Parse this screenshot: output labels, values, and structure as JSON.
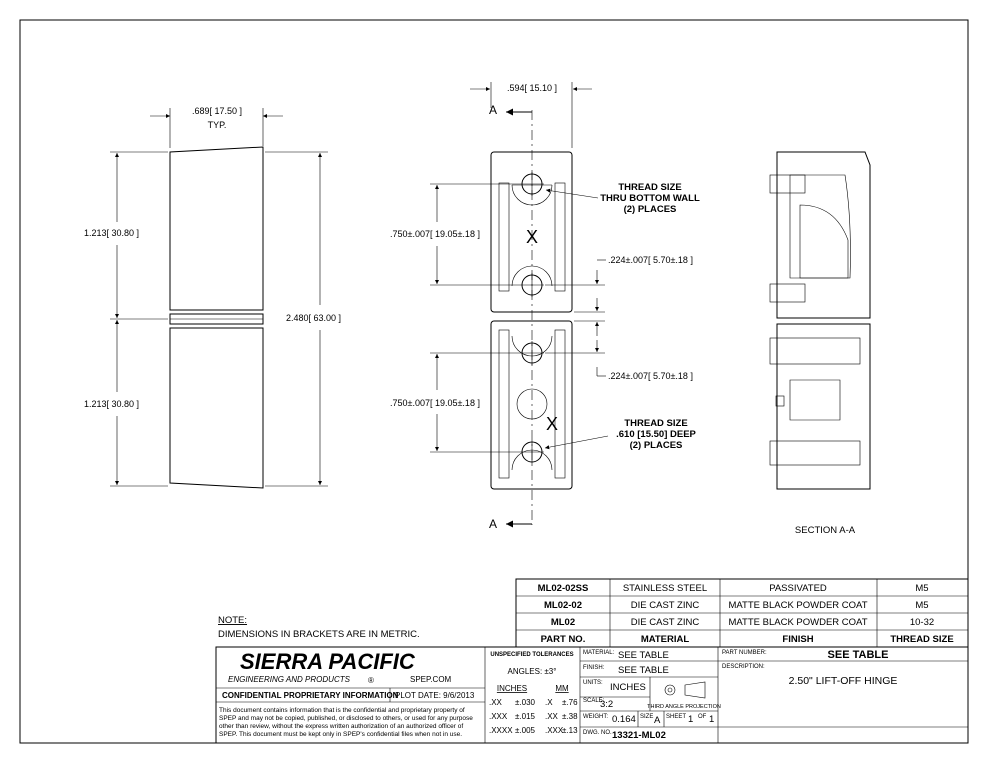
{
  "views": {
    "side": {
      "width_dim": ".689[ 17.50 ]",
      "width_note": "TYP.",
      "upper_height": "1.213[ 30.80 ]",
      "lower_height": "1.213[ 30.80 ]",
      "overall_height": "2.480[ 63.00 ]"
    },
    "front": {
      "width_dim": ".594[ 15.10 ]",
      "section_mark": "A",
      "upper_spacing": ".750±.007[ 19.05±.18 ]",
      "lower_spacing": ".750±.007[ 19.05±.18 ]",
      "gap_upper": ".224±.007[ 5.70±.18 ]",
      "gap_lower": ".224±.007[ 5.70±.18 ]",
      "x_mark": "X",
      "callout_upper": [
        "THREAD SIZE",
        "THRU BOTTOM WALL",
        "(2) PLACES"
      ],
      "callout_lower": [
        "THREAD SIZE",
        ".610 [15.50] DEEP",
        "(2) PLACES"
      ]
    },
    "section_label": "SECTION A-A"
  },
  "note": {
    "title": "NOTE:",
    "text": "DIMENSIONS IN BRACKETS ARE IN METRIC."
  },
  "parts_table": {
    "rows": [
      {
        "part": "ML02-02SS",
        "material": "STAINLESS STEEL",
        "finish": "PASSIVATED",
        "thread": "M5"
      },
      {
        "part": "ML02-02",
        "material": "DIE CAST ZINC",
        "finish": "MATTE BLACK POWDER COAT",
        "thread": "M5"
      },
      {
        "part": "ML02",
        "material": "DIE CAST ZINC",
        "finish": "MATTE BLACK POWDER COAT",
        "thread": "10-32"
      }
    ],
    "header": {
      "part": "PART NO.",
      "material": "MATERIAL",
      "finish": "FINISH",
      "thread": "THREAD SIZE"
    }
  },
  "title_block": {
    "company": "SIERRA PACIFIC",
    "company_sub": "ENGINEERING AND PRODUCTS",
    "registered": "®",
    "website": "SPEP.COM",
    "confidential_label": "CONFIDENTIAL PROPRIETARY INFORMATION",
    "plot_date": "PLOT DATE:  9/6/2013",
    "disclaimer": [
      "This document contains information that is the confidential and proprietary property of",
      "SPEP and may not be copied, published, or disclosed to others, or used for any purpose",
      "other than review, without the express written authorization of an authorized officer of",
      "SPEP. This document must be kept only in SPEP's confidential files when not in use."
    ],
    "tolerances": {
      "title": "UNSPECIFIED TOLERANCES",
      "angles": "ANGLES: ±3°",
      "inches_label": "INCHES",
      "mm_label": "MM",
      "rows": [
        {
          "in_fmt": ".XX",
          "in_tol": "±.030",
          "mm_fmt": ".X",
          "mm_tol": "±.76"
        },
        {
          "in_fmt": ".XXX",
          "in_tol": "±.015",
          "mm_fmt": ".XX",
          "mm_tol": "±.38"
        },
        {
          "in_fmt": ".XXXX",
          "in_tol": "±.005",
          "mm_fmt": ".XXX",
          "mm_tol": "±.13"
        }
      ]
    },
    "material_label": "MATERIAL:",
    "material_value": "SEE TABLE",
    "finish_label": "FINISH:",
    "finish_value": "SEE TABLE",
    "units_label": "UNITS:",
    "units_value": "INCHES",
    "projection_label": "THIRD ANGLE PROJECTION",
    "scale_label": "SCALE:",
    "scale_value": "3:2",
    "weight_label": "WEIGHT:",
    "weight_value": "0.164",
    "size_label": "SIZE",
    "size_value": "A",
    "sheet_label": "SHEET",
    "sheet_value": "1",
    "of_label": "OF",
    "of_value": "1",
    "dwg_label": "DWG. NO.",
    "dwg_value": "13321-ML02",
    "partnumber_label": "PART NUMBER:",
    "partnumber_value": "SEE TABLE",
    "description_label": "DESCRIPTION:",
    "description_value": "2.50\" LIFT-OFF HINGE"
  }
}
